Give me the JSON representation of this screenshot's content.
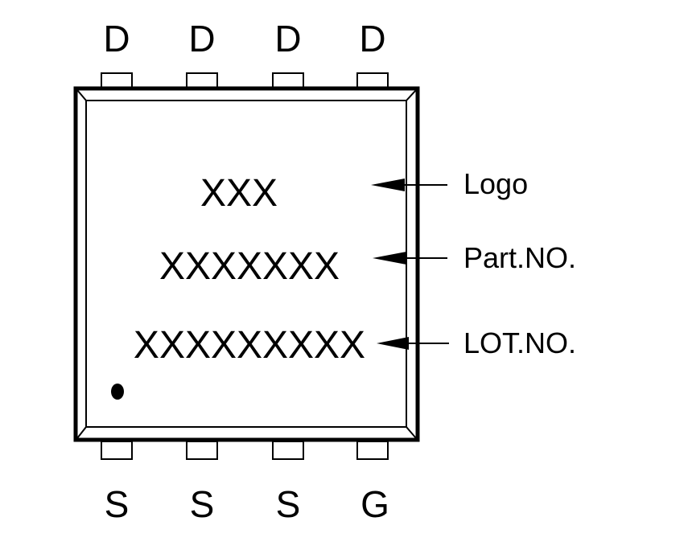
{
  "top_pins": [
    "D",
    "D",
    "D",
    "D"
  ],
  "bottom_pins": [
    "S",
    "S",
    "S",
    "G"
  ],
  "markings": {
    "logo": "XXX",
    "part_no": "XXXXXXX",
    "lot_no": "XXXXXXXXX"
  },
  "callouts": {
    "logo": "Logo",
    "part_no": "Part.NO.",
    "lot_no": "LOT.NO."
  }
}
